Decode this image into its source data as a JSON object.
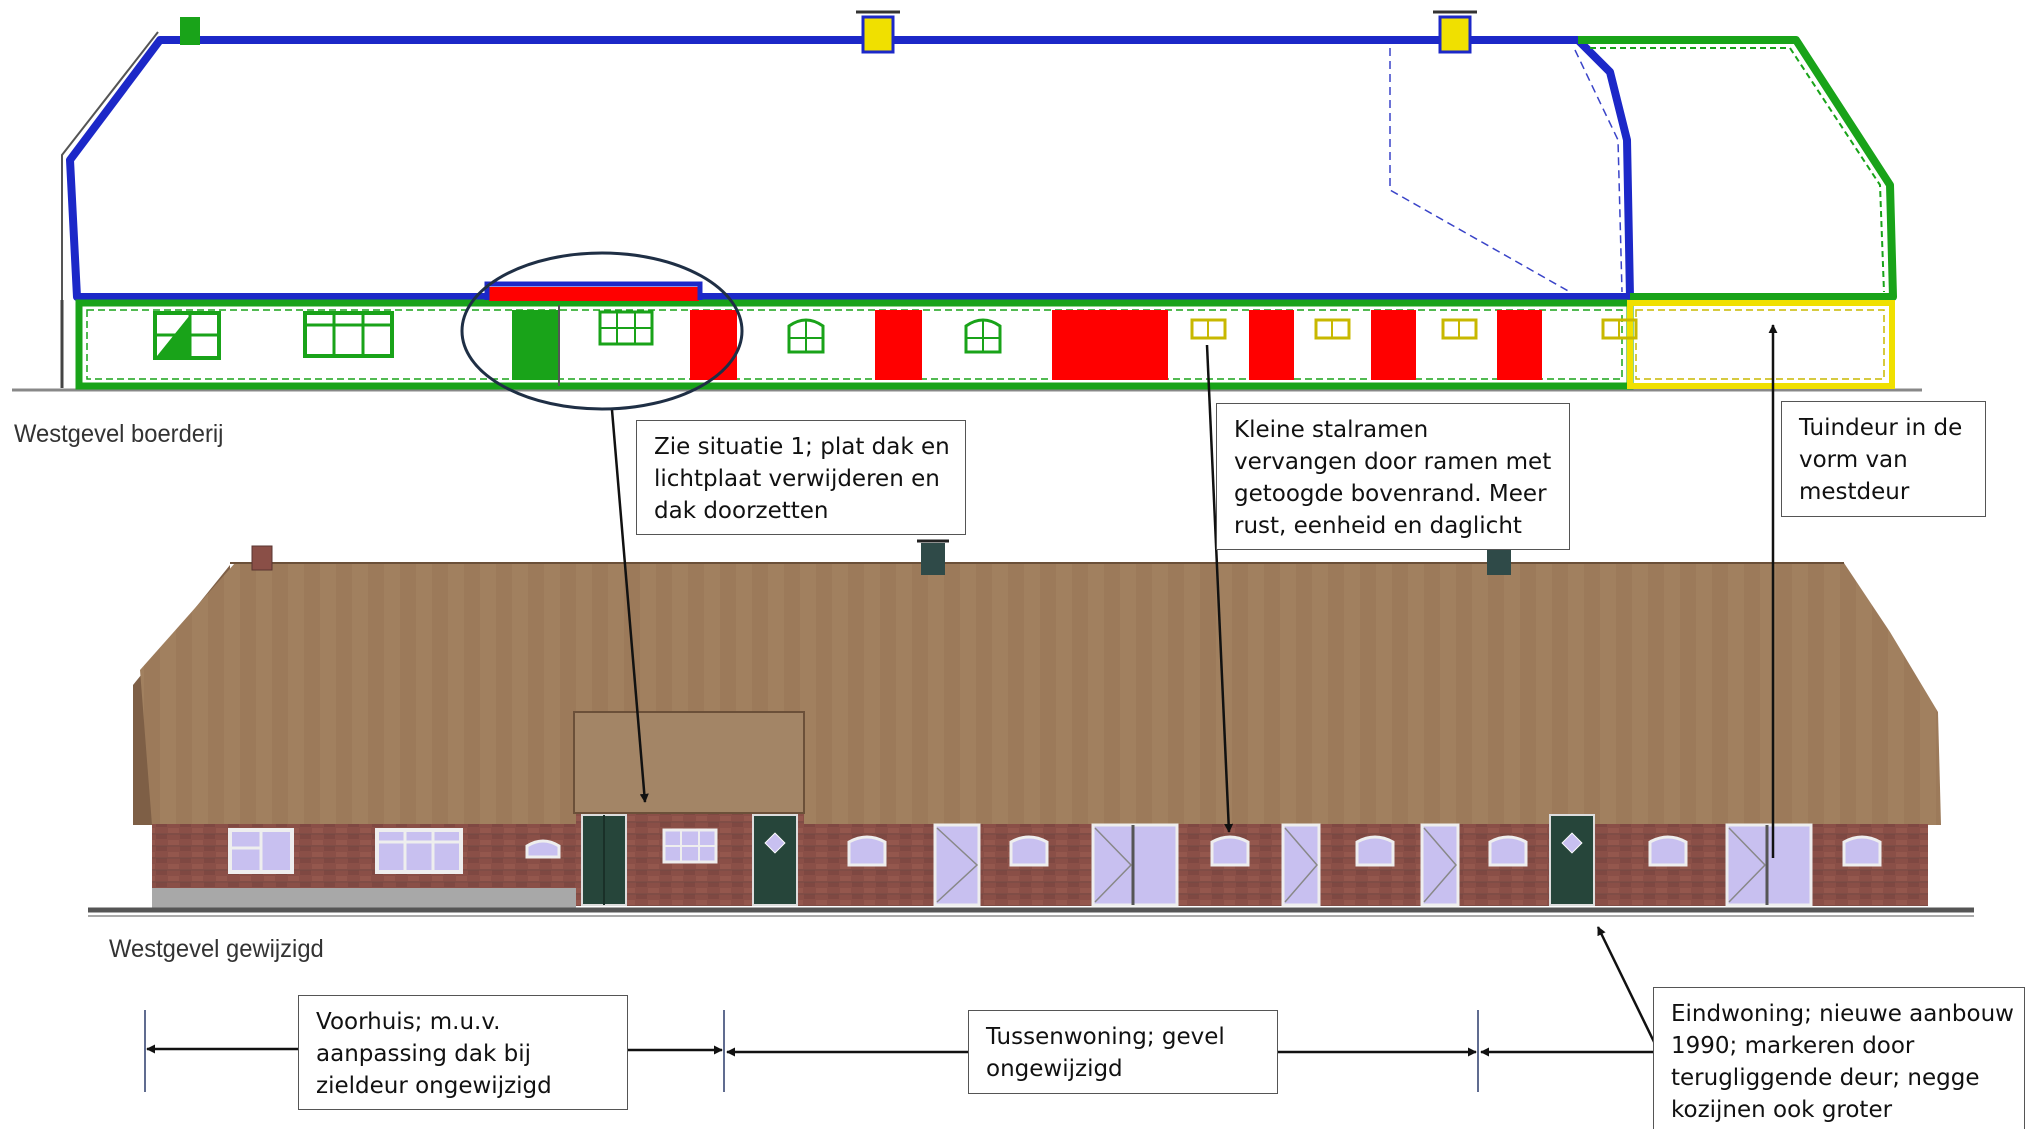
{
  "captions": {
    "top": "Westgevel boerderij",
    "bottom": "Westgevel gewijzigd"
  },
  "notes": [
    {
      "id": "situatie",
      "lines": [
        "Zie situatie 1; plat dak en",
        "lichtplaat verwijderen en",
        "dak doorzetten"
      ]
    },
    {
      "id": "stalramen",
      "lines": [
        "Kleine stalramen",
        "vervangen door ramen met",
        "getoogde bovenrand.  Meer",
        "rust, eenheid en daglicht"
      ]
    },
    {
      "id": "tuindeur",
      "lines": [
        "Tuindeur in de",
        "vorm van",
        "mestdeur"
      ]
    },
    {
      "id": "voorhuis",
      "lines": [
        "Voorhuis; m.u.v.",
        "aanpassing dak bij",
        "zieldeur ongewijzigd"
      ]
    },
    {
      "id": "tussenwoning",
      "lines": [
        "Tussenwoning; gevel",
        "ongewijzigd"
      ]
    },
    {
      "id": "eindwoning",
      "lines": [
        "Eindwoning; nieuwe aanbouw",
        "1990; markeren door",
        "terugliggende deur; negge",
        "kozijnen ook groter"
      ]
    }
  ],
  "colors": {
    "blue": "#1c28c8",
    "green": "#19a319",
    "red": "#ff0000",
    "yellow": "#f0e000",
    "roof": "#9c7a5a",
    "brick": "#8a5048",
    "door": "#26453a",
    "glass": "#c8c0f0"
  }
}
